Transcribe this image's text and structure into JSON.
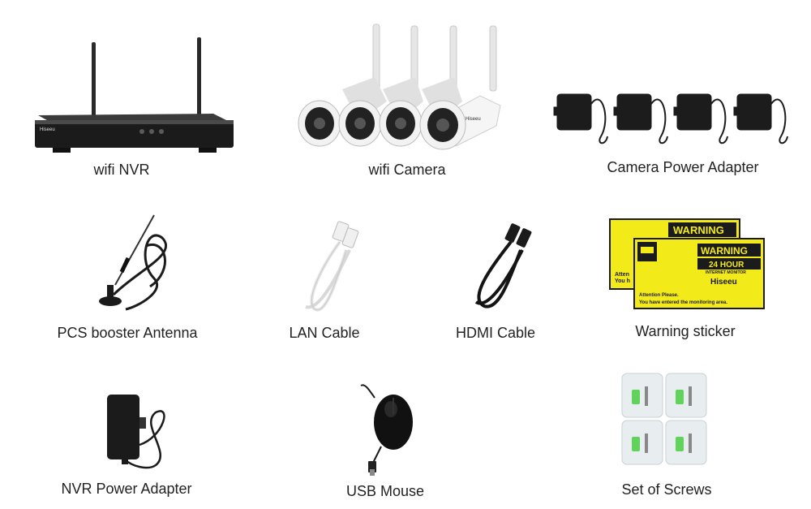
{
  "items": [
    {
      "id": "nvr",
      "label": "wifi NVR"
    },
    {
      "id": "camera",
      "label": "wifi Camera"
    },
    {
      "id": "camera_adapter",
      "label": "Camera Power Adapter"
    },
    {
      "id": "antenna",
      "label": "PCS booster Antenna"
    },
    {
      "id": "lan",
      "label": "LAN Cable"
    },
    {
      "id": "hdmi",
      "label": "HDMI Cable"
    },
    {
      "id": "sticker",
      "label": "Warning sticker"
    },
    {
      "id": "nvr_adapter",
      "label": "NVR Power Adapter"
    },
    {
      "id": "mouse",
      "label": "USB Mouse"
    },
    {
      "id": "screws",
      "label": "Set of Screws"
    }
  ],
  "sticker": {
    "warning": "WARNING",
    "hours": "24 HOUR",
    "monitor": "INTERNET MONITOR",
    "brand": "Hiseeu",
    "attention": "Attention Please.",
    "message": "You have entered the monitoring area.",
    "back_fragment_1": "Atten",
    "back_fragment_2": "You h"
  },
  "brand_logo": "Hiseeu",
  "colors": {
    "sticker_yellow": "#f3ea1a",
    "device_black": "#1b1b1b",
    "camera_white": "#f2f2f2",
    "screw_green": "#5fd35a"
  }
}
